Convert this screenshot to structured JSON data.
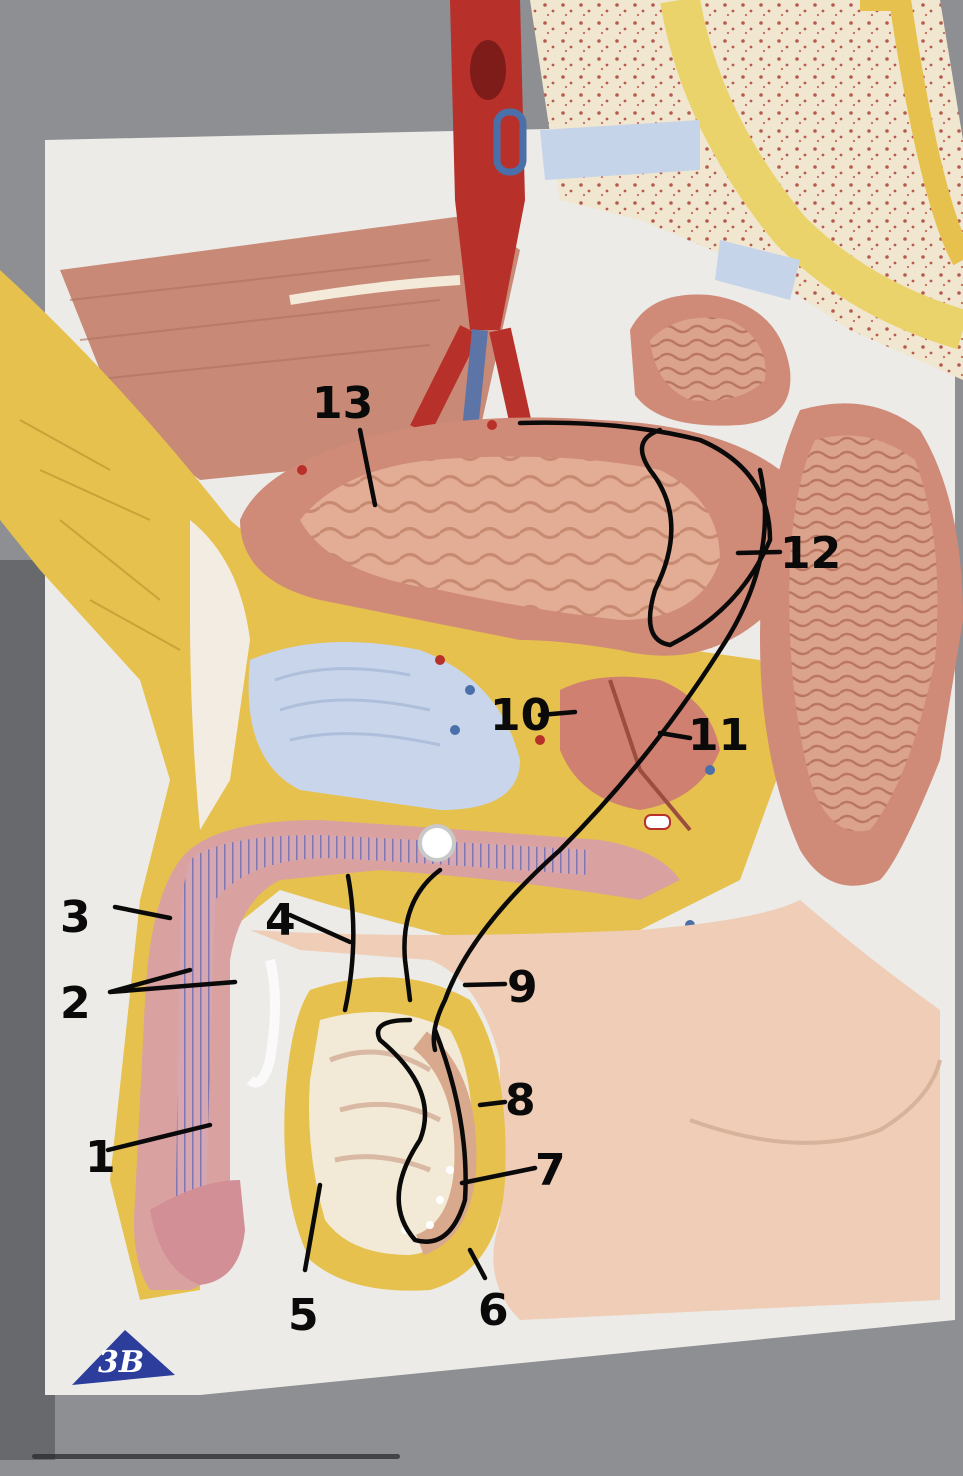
{
  "photo": {
    "subject": "Anatomical model, median sagittal section of the male pelvis",
    "colors": {
      "background_metal": "#8e9093",
      "base_board": "#eceae6",
      "fat_tissue": "#e6c14e",
      "muscle": "#c97c6c",
      "bladder_wall": "#cf8a78",
      "bladder_lumen": "#e6b59e",
      "cartilage_blue": "#c9d5ea",
      "skin": "#efcdb7",
      "vessel_red": "#b8302a",
      "ink": "#0a0a0a"
    }
  },
  "annotations": [
    {
      "id": "label-1",
      "text": "1"
    },
    {
      "id": "label-2",
      "text": "2"
    },
    {
      "id": "label-3",
      "text": "3"
    },
    {
      "id": "label-4",
      "text": "4"
    },
    {
      "id": "label-5",
      "text": "5"
    },
    {
      "id": "label-6",
      "text": "6"
    },
    {
      "id": "label-7",
      "text": "7"
    },
    {
      "id": "label-8",
      "text": "8"
    },
    {
      "id": "label-9",
      "text": "9"
    },
    {
      "id": "label-10",
      "text": "10"
    },
    {
      "id": "label-11",
      "text": "11"
    },
    {
      "id": "label-12",
      "text": "12"
    },
    {
      "id": "label-13",
      "text": "13"
    }
  ],
  "logo": {
    "text": "3B",
    "color": "#2c3d9c"
  }
}
